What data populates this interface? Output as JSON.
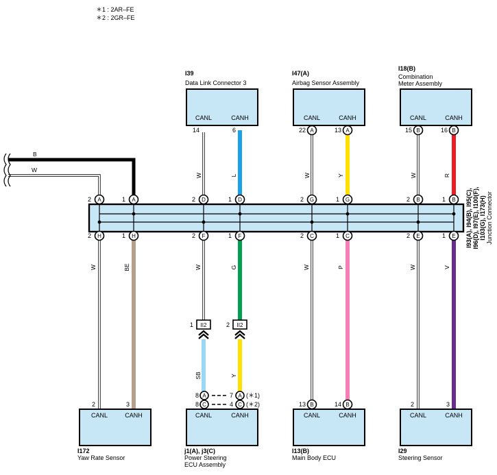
{
  "notes": [
    "＊1 : 2AR–FE",
    "＊2 : 2GR–FE"
  ],
  "colors": {
    "box_fill": "#c8e7f6",
    "black": "#000000",
    "blue_L": "#19a3e6",
    "yellow_Y": "#ffe000",
    "red_R": "#ec1c24",
    "brown_BE": "#b5a08c",
    "green_G": "#00a050",
    "pink_P": "#f27fb8",
    "violet_V": "#6a2c91",
    "skyblue_SB": "#9ad7f5"
  },
  "top_components": [
    {
      "id": "I39",
      "name_lines": [
        "Data Link Connector 3"
      ],
      "pins": [
        {
          "label": "CANL",
          "num": "14",
          "letter": ""
        },
        {
          "label": "CANH",
          "num": "6",
          "letter": ""
        }
      ]
    },
    {
      "id": "I47(A)",
      "name_lines": [
        "Airbag Sensor Assembly"
      ],
      "pins": [
        {
          "label": "CANL",
          "num": "22",
          "letter": "A"
        },
        {
          "label": "CANH",
          "num": "13",
          "letter": "A"
        }
      ]
    },
    {
      "id": "I18(B)",
      "name_lines": [
        "Combination",
        "Meter Assembly"
      ],
      "pins": [
        {
          "label": "CANL",
          "num": "15",
          "letter": "B"
        },
        {
          "label": "CANH",
          "num": "16",
          "letter": "B"
        }
      ]
    }
  ],
  "bottom_components": [
    {
      "id": "I172",
      "name_lines": [
        "Yaw Rate Sensor"
      ],
      "pins": [
        {
          "label": "CANL",
          "num": "2",
          "letter": ""
        },
        {
          "label": "CANH",
          "num": "3",
          "letter": ""
        }
      ]
    },
    {
      "id": "j1(A), j3(C)",
      "name_lines": [
        "Power Steering",
        "ECU Assembly"
      ],
      "pins": [
        {
          "label": "CANL",
          "num": "",
          "letter": ""
        },
        {
          "label": "CANH",
          "num": "",
          "letter": ""
        }
      ]
    },
    {
      "id": "I13(B)",
      "name_lines": [
        "Main Body ECU"
      ],
      "pins": [
        {
          "label": "CANL",
          "num": "13",
          "letter": "B"
        },
        {
          "label": "CANH",
          "num": "14",
          "letter": "B"
        }
      ]
    },
    {
      "id": "I29",
      "name_lines": [
        "Steering Sensor"
      ],
      "pins": [
        {
          "label": "CANL",
          "num": "2",
          "letter": ""
        },
        {
          "label": "CANH",
          "num": "3",
          "letter": ""
        }
      ]
    }
  ],
  "junction": {
    "label_lines": [
      "I93(A), I94(B), I95(C),",
      "I96(D), I97(E), I100(F),",
      "I103(G), I173(H)",
      "Junction Connector"
    ],
    "top_pins": [
      {
        "num": "2",
        "letter": "A"
      },
      {
        "num": "1",
        "letter": "A"
      },
      {
        "num": "2",
        "letter": "D"
      },
      {
        "num": "1",
        "letter": "D"
      },
      {
        "num": "2",
        "letter": "G"
      },
      {
        "num": "1",
        "letter": "G"
      },
      {
        "num": "2",
        "letter": "B"
      },
      {
        "num": "1",
        "letter": "B"
      }
    ],
    "bottom_pins": [
      {
        "num": "2",
        "letter": "H"
      },
      {
        "num": "1",
        "letter": "H"
      },
      {
        "num": "2",
        "letter": "F"
      },
      {
        "num": "1",
        "letter": "F"
      },
      {
        "num": "2",
        "letter": "C"
      },
      {
        "num": "1",
        "letter": "C"
      },
      {
        "num": "2",
        "letter": "E"
      },
      {
        "num": "1",
        "letter": "E"
      }
    ]
  },
  "left_wires": [
    {
      "color": "B"
    },
    {
      "color": "W"
    }
  ],
  "wire_colors": {
    "top": [
      "W",
      "L",
      "W",
      "Y",
      "W",
      "R"
    ],
    "bottom": [
      "W",
      "BE",
      "W",
      "G",
      "W",
      "P",
      "W",
      "V"
    ],
    "ps_lower": [
      "SB",
      "Y"
    ]
  },
  "inline_connector": {
    "label": "II2",
    "pins": [
      {
        "num": "1"
      },
      {
        "num": "2"
      }
    ]
  },
  "ps_connector_rows": [
    {
      "left_num": "8",
      "left_letter": "A",
      "right_num": "7",
      "right_letter": "A",
      "note": "(＊1)"
    },
    {
      "left_num": "8",
      "left_letter": "C",
      "right_num": "4",
      "right_letter": "C",
      "note": "(＊2)"
    }
  ]
}
